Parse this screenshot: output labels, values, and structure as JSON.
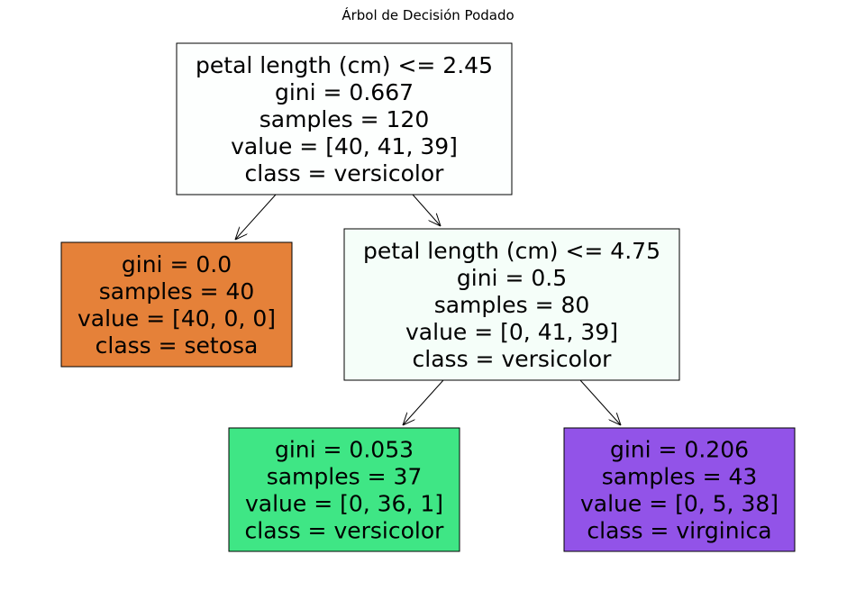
{
  "title": "Árbol de Decisión Podado",
  "nodes": [
    {
      "id": "root",
      "lines": [
        "petal length (cm) <= 2.45",
        "gini = 0.667",
        "samples = 120",
        "value = [40, 41, 39]",
        "class = versicolor"
      ],
      "fill": "#fdfffe"
    },
    {
      "id": "left-leaf",
      "lines": [
        "gini = 0.0",
        "samples = 40",
        "value = [40, 0, 0]",
        "class = setosa"
      ],
      "fill": "#e58139"
    },
    {
      "id": "right-split",
      "lines": [
        "petal length (cm) <= 4.75",
        "gini = 0.5",
        "samples = 80",
        "value = [0, 41, 39]",
        "class = versicolor"
      ],
      "fill": "#f5fef9"
    },
    {
      "id": "versicolor-leaf",
      "lines": [
        "gini = 0.053",
        "samples = 37",
        "value = [0, 36, 1]",
        "class = versicolor"
      ],
      "fill": "#3fe685"
    },
    {
      "id": "virginica-leaf",
      "lines": [
        "gini = 0.206",
        "samples = 43",
        "value = [0, 5, 38]",
        "class = virginica"
      ],
      "fill": "#9253e8"
    }
  ],
  "edges": [
    {
      "from": "root",
      "to": "left-leaf"
    },
    {
      "from": "root",
      "to": "right-split"
    },
    {
      "from": "right-split",
      "to": "versicolor-leaf"
    },
    {
      "from": "right-split",
      "to": "virginica-leaf"
    }
  ]
}
